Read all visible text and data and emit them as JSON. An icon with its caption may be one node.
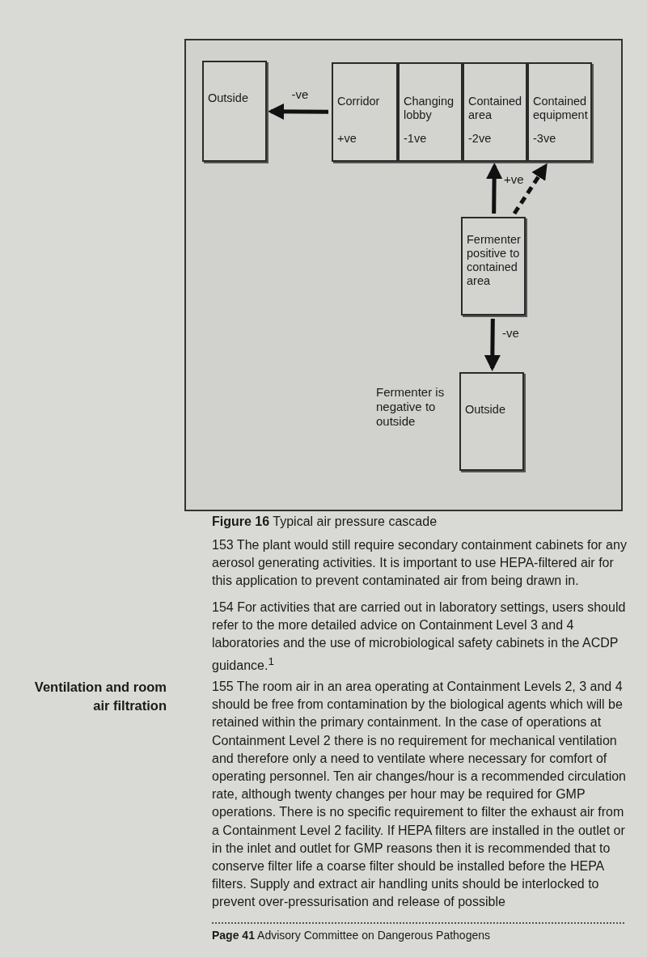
{
  "diagram": {
    "caption": "**Figure 16** Typical air pressure cascade",
    "nodes": [
      {
        "text": [
          "Outside"
        ]
      },
      {
        "text": [
          "Corridor",
          "+ve"
        ]
      },
      {
        "text": [
          "Changing lobby",
          "-1ve"
        ]
      },
      {
        "text": [
          "Contained area",
          "-2ve"
        ]
      },
      {
        "text": [
          "Contained equipment",
          "-3ve"
        ]
      },
      {
        "text": [
          "Fermenter positive to contained area"
        ]
      },
      {
        "text": [
          "Outside"
        ]
      }
    ],
    "edges": [
      {
        "from": 1,
        "to": 0,
        "arrow": "to",
        "label": "-ve"
      },
      {
        "from": 5,
        "to": 3,
        "arrow": "to",
        "label": "+ve"
      },
      {
        "from": 5,
        "to": 4,
        "arrow": "to",
        "style": "dashed"
      },
      {
        "from": 5,
        "to": 6,
        "arrow": "to",
        "label": "-ve"
      }
    ],
    "labels": [
      "Fermenter is negative to outside",
      "153 The plant would still require secondary containment cabinets for any aerosol generating activities. It is important to use HEPA-filtered air for this application to prevent contaminated air from being drawn in.",
      "154 For activities that are carried out in laboratory settings, users should refer to the more detailed advice on Containment Level 3 and 4 laboratories and the use of microbiological safety cabinets in the ACDP guidance.$^{1}$",
      "Ventilation and room air filtration",
      "155 The room air in an area operating at Containment Levels 2, 3 and 4 should be free from contamination by the biological agents which will be retained within the primary containment. In the case of operations at Containment Level 2 there is no requirement for mechanical ventilation and therefore only a need to ventilate where necessary for comfort of operating personnel. Ten air changes/hour is a recommended circulation rate, although twenty changes per hour may be required for GMP operations. There is no specific requirement to filter the exhaust air from a Containment Level 2 facility. If HEPA filters are installed in the outlet or in the inlet and outlet for GMP reasons then it is recommended that to conserve filter life a coarse filter should be installed before the HEPA filters. Supply and extract air handling units should be interlocked to prevent over-pressurisation and release of possible",
      "**Page 41** Advisory Committee on Dangerous Pathogens"
    ]
  }
}
